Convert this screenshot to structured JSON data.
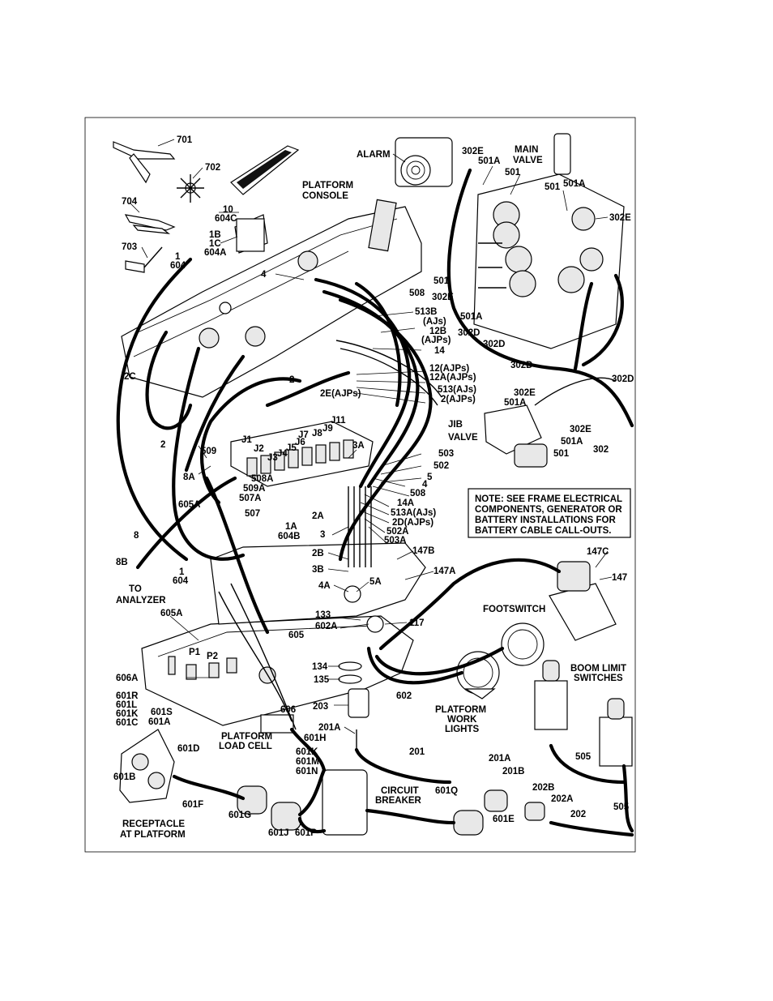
{
  "labels": {
    "l701": "701",
    "l702": "702",
    "l704": "704",
    "l703": "703",
    "l1a": "1",
    "l604a": "604",
    "l10": "10",
    "l604c": "604C",
    "l1b": "1B",
    "l1c": "1C",
    "l604b2": "604A",
    "platform_console_1": "PLATFORM",
    "platform_console_2": "CONSOLE",
    "alarm": "ALARM",
    "l302e_top": "302E",
    "l501a_top": "501A",
    "l501_top": "501",
    "main_valve_1": "MAIN",
    "main_valve_2": "VALVE",
    "l501_mid": "501",
    "l501a_mid": "501A",
    "l302e_right": "302E",
    "l4_top": "4",
    "l508_top": "508",
    "l513b": "513B",
    "l_ajs1": "(AJs)",
    "l12b": "12B",
    "l_ajps1": "(AJPs)",
    "l14": "14",
    "l501_left": "501",
    "l302e_left": "302E",
    "l501a_left": "501A",
    "l302d_1": "302D",
    "l302d_2": "302D",
    "l302d_3": "302D",
    "l302d_right": "302D",
    "l12ajps": "12(AJPs)",
    "l12aajps": "12A(AJPs)",
    "l513ajs": "513(AJs)",
    "l2ajps": "2(AJPs)",
    "l2c": "2C",
    "l2_mid": "2",
    "l2e": "2E(AJPs)",
    "l2_left": "2",
    "l302e_jib": "302E",
    "l501a_jib": "501A",
    "jib_1": "JIB",
    "jib_2": "VALVE",
    "l302e_jib2": "302E",
    "l501a_jib2": "501A",
    "l501_jib": "501",
    "l302_jib": "302",
    "j1": "J1",
    "j2": "J2",
    "j3": "J3",
    "j4": "J4",
    "j5": "J5",
    "j6": "J6",
    "j7": "J7",
    "j8": "J8",
    "j9": "J9",
    "j11": "J11",
    "l509": "509",
    "l3a": "3A",
    "l503": "503",
    "l502": "502",
    "l5": "5",
    "l4_mid": "4",
    "l508_mid": "508",
    "l8a": "8A",
    "l508a": "508A",
    "l509a": "509A",
    "l507a": "507A",
    "l605a": "605A",
    "l507": "507",
    "l14a": "14A",
    "l513aajs": "513A(AJs)",
    "l2dajps": "2D(AJPs)",
    "l502a": "502A",
    "l503a": "503A",
    "l2a": "2A",
    "l1a_mid": "1A",
    "l604b": "604B",
    "l3": "3",
    "l8": "8",
    "l2b": "2B",
    "l3b": "3B",
    "l4a": "4A",
    "l5a": "5A",
    "l147b": "147B",
    "l147a": "147A",
    "l147c": "147C",
    "l147": "147",
    "l8b": "8B",
    "to_analyzer_1": "TO",
    "to_analyzer_2": "ANALYZER",
    "l1_low": "1",
    "l604_low": "604",
    "l605a_low": "605A",
    "l605": "605",
    "l133": "133",
    "l602a": "602A",
    "l117": "117",
    "footswitch": "FOOTSWITCH",
    "boom_1": "BOOM LIMIT",
    "boom_2": "SWITCHES",
    "p1": "P1",
    "p2": "P2",
    "l606a": "606A",
    "l134": "134",
    "l135": "135",
    "l602": "602",
    "work_1": "PLATFORM",
    "work_2": "WORK",
    "work_3": "LIGHTS",
    "l601r": "601R",
    "l601l": "601L",
    "l601k": "601K",
    "l601c": "601C",
    "l601s": "601S",
    "l601a": "601A",
    "l203": "203",
    "l606": "606",
    "load_1": "PLATFORM",
    "load_2": "LOAD CELL",
    "l201a_mid": "201A",
    "l601h": "601H",
    "l601k2": "601K",
    "l601m": "601M",
    "l601n": "601N",
    "l201": "201",
    "l201a_right": "201A",
    "l201b": "201B",
    "l505_mid": "505",
    "l601d": "601D",
    "l601b": "601B",
    "l601f": "601F",
    "l601g": "601G",
    "circuit_1": "CIRCUIT",
    "circuit_2": "BREAKER",
    "l601q": "601Q",
    "l202b": "202B",
    "l202a": "202A",
    "l202": "202",
    "l505_right": "505",
    "receptacle_1": "RECEPTACLE",
    "receptacle_2": "AT PLATFORM",
    "l601j": "601J",
    "l601p": "601P",
    "l601e": "601E"
  },
  "note": {
    "line1": "NOTE: SEE FRAME ELECTRICAL",
    "line2": "COMPONENTS, GENERATOR OR",
    "line3": "BATTERY INSTALLATIONS FOR",
    "line4": "BATTERY CABLE CALL-OUTS."
  }
}
